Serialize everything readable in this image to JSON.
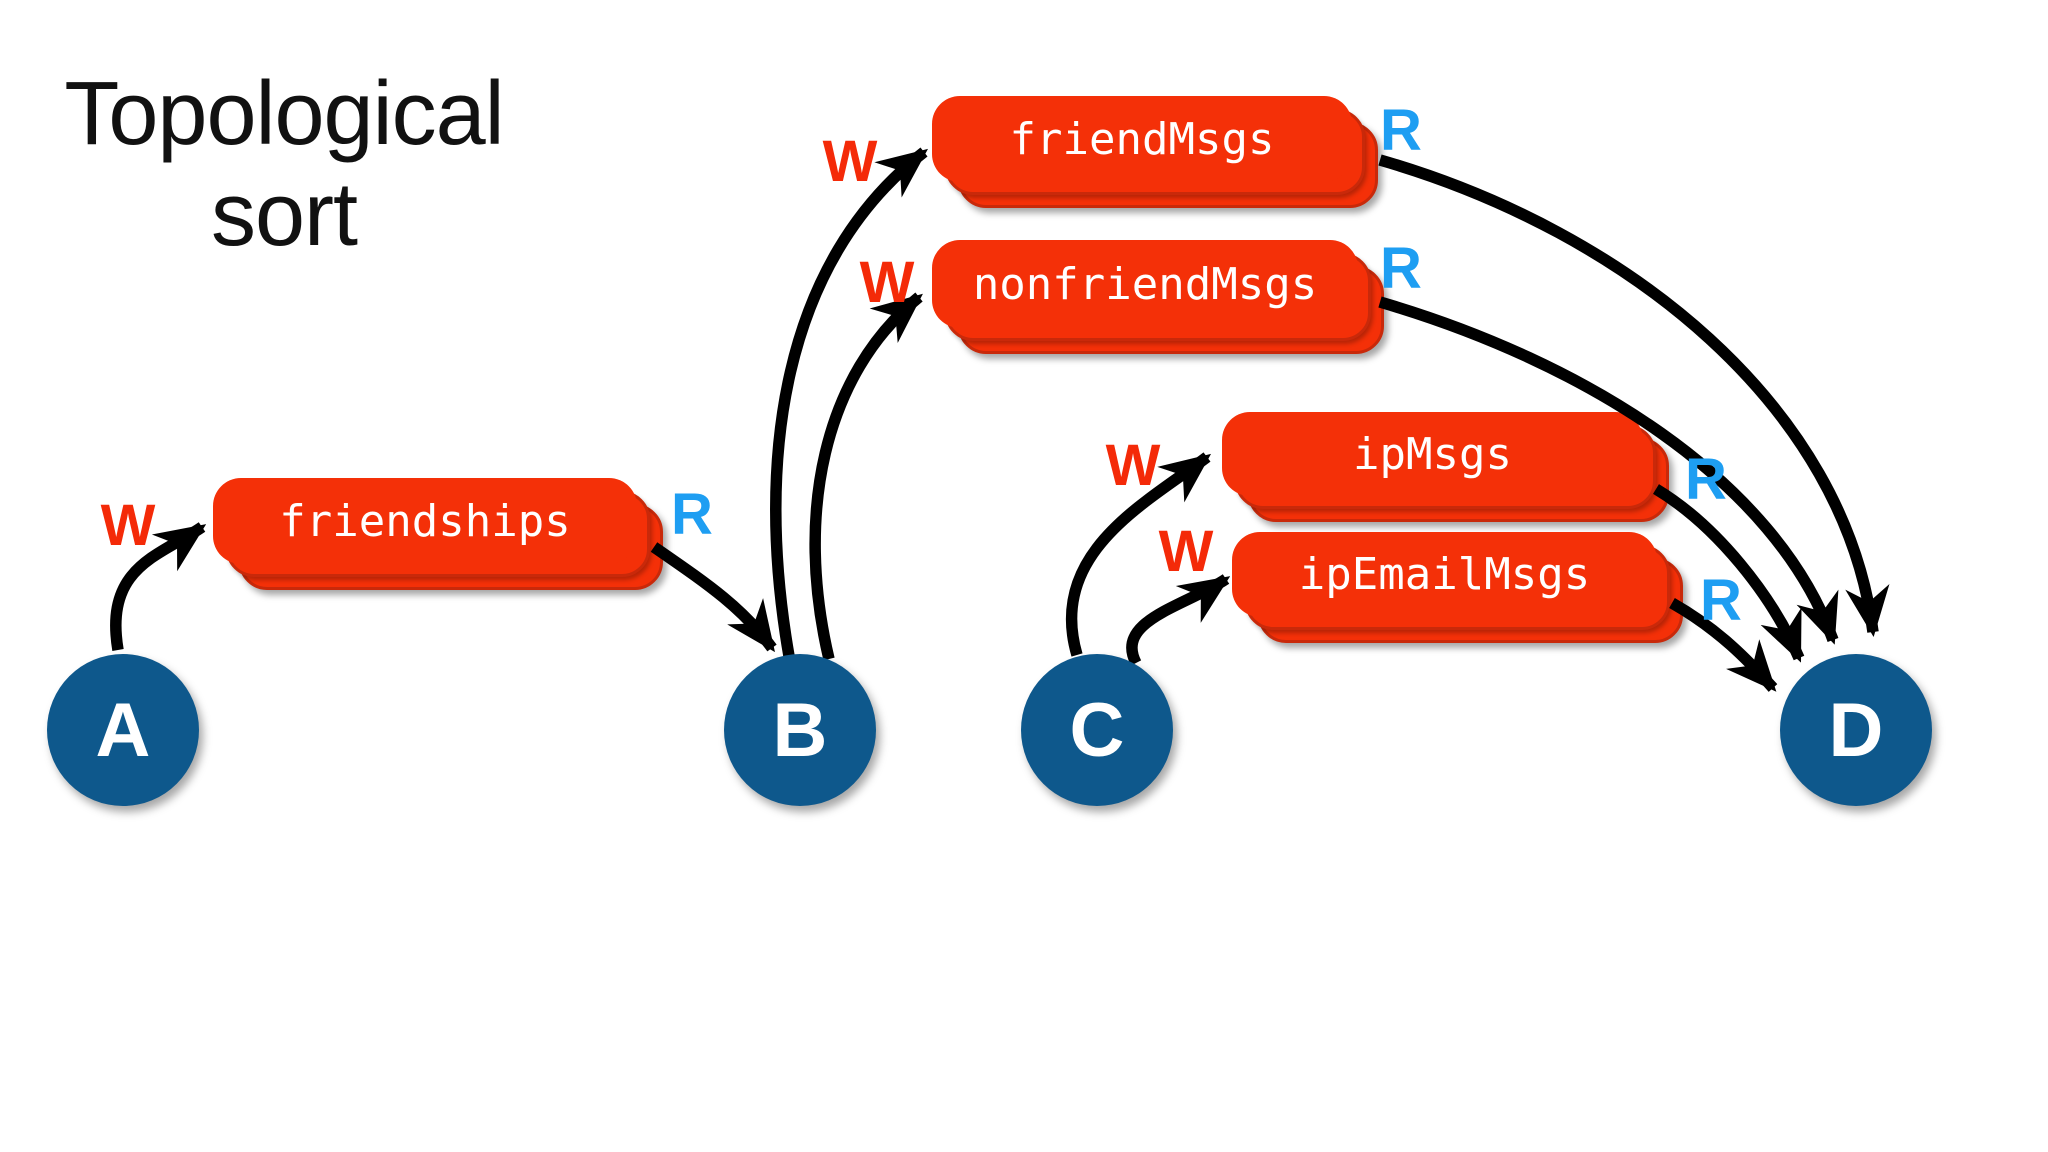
{
  "title": {
    "line1": "Topological",
    "line2": "sort"
  },
  "colors": {
    "background": "#ffffff",
    "node_fill": "#0e588c",
    "node_text": "#ffffff",
    "store_fill": "#f43008",
    "store_edge": "#c9290a",
    "store_text": "#ffffff",
    "write_label": "#f42a08",
    "read_label": "#1e9ef2",
    "arrow": "#000000",
    "title_text": "#111111"
  },
  "nodes": [
    {
      "id": "A",
      "label": "A"
    },
    {
      "id": "B",
      "label": "B"
    },
    {
      "id": "C",
      "label": "C"
    },
    {
      "id": "D",
      "label": "D"
    }
  ],
  "stores": [
    {
      "id": "friendships",
      "label": "friendships"
    },
    {
      "id": "friendMsgs",
      "label": "friendMsgs"
    },
    {
      "id": "nonfriendMsgs",
      "label": "nonfriendMsgs"
    },
    {
      "id": "ipMsgs",
      "label": "ipMsgs"
    },
    {
      "id": "ipEmailMsgs",
      "label": "ipEmailMsgs"
    }
  ],
  "edges": [
    {
      "from": "A",
      "to": "friendships",
      "type": "W"
    },
    {
      "from": "friendships",
      "to": "B",
      "type": "R"
    },
    {
      "from": "B",
      "to": "friendMsgs",
      "type": "W"
    },
    {
      "from": "B",
      "to": "nonfriendMsgs",
      "type": "W"
    },
    {
      "from": "C",
      "to": "ipMsgs",
      "type": "W"
    },
    {
      "from": "C",
      "to": "ipEmailMsgs",
      "type": "W"
    },
    {
      "from": "friendMsgs",
      "to": "D",
      "type": "R"
    },
    {
      "from": "nonfriendMsgs",
      "to": "D",
      "type": "R"
    },
    {
      "from": "ipMsgs",
      "to": "D",
      "type": "R"
    },
    {
      "from": "ipEmailMsgs",
      "to": "D",
      "type": "R"
    }
  ]
}
